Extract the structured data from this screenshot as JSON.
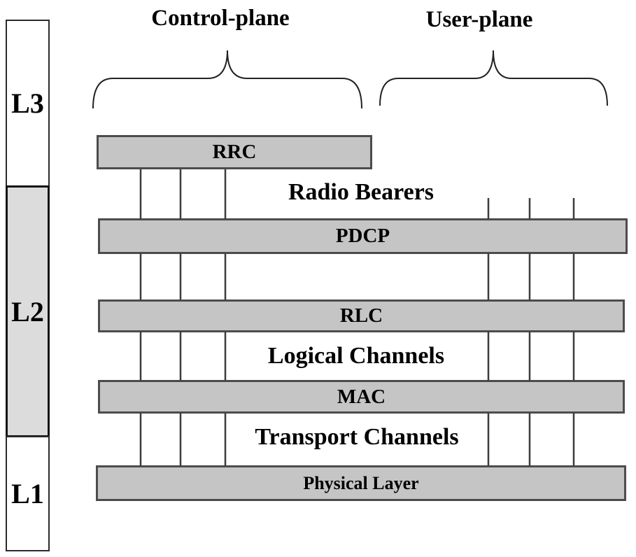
{
  "header": {
    "control_plane_label": "Control-plane",
    "user_plane_label": "User-plane"
  },
  "layer_bar": {
    "l3": "L3",
    "l2": "L2",
    "l1": "L1"
  },
  "stack": {
    "rrc": "RRC",
    "pdcp": "PDCP",
    "rlc": "RLC",
    "mac": "MAC",
    "physical": "Physical Layer"
  },
  "interface_labels": {
    "radio_bearers": "Radio Bearers",
    "logical_channels": "Logical Channels",
    "transport_channels": "Transport Channels"
  },
  "colors": {
    "box_fill": "#c5c5c5",
    "box_border": "#4c4c4c",
    "l2_fill": "#dcdcdc",
    "bar_border": "#2b2b2b",
    "connector": "#3c3c3c",
    "text": "#000000",
    "background": "#ffffff"
  }
}
